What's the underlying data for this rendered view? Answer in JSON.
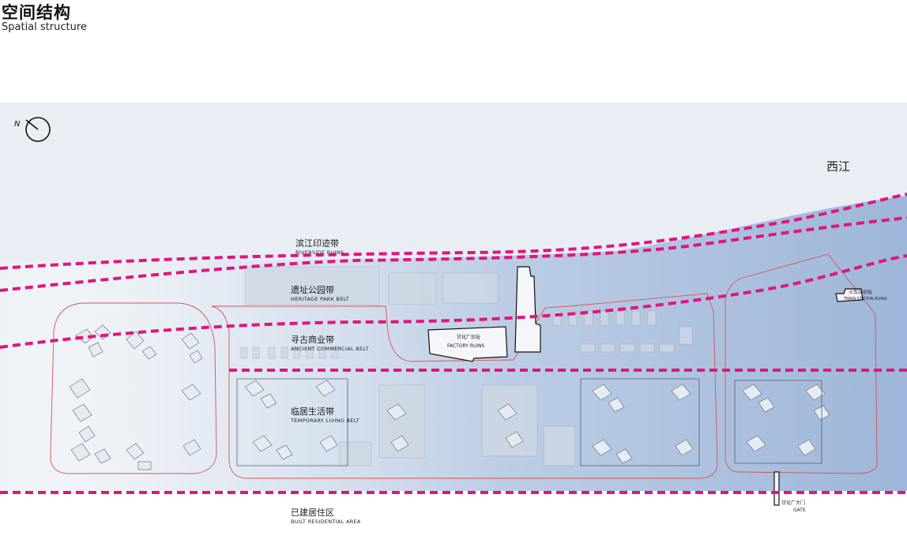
{
  "header": {
    "title_cn": "空间结构",
    "title_en": "Spatial structure"
  },
  "compass": {
    "label": "N"
  },
  "river": {
    "label": "西江"
  },
  "belts": [
    {
      "cn": "滨江印迹带",
      "en": "RIVERSIDE RUINS"
    },
    {
      "cn": "遗址公园带",
      "en": "HERITAGE PARK BELT"
    },
    {
      "cn": "寻古商业带",
      "en": "ANCIENT COMMERCIAL BELT"
    },
    {
      "cn": "临居生活带",
      "en": "TEMPORARY LIVING BELT"
    },
    {
      "cn": "已建居住区",
      "en": "BUILT RESIDENTIAL AREA"
    }
  ],
  "landmarks": {
    "factory": {
      "cn": "甘化厂旧址",
      "en": "FACTORY RUINS"
    },
    "station": {
      "cn": "火车站旧址",
      "en": "TRAIN STATION RUINS"
    },
    "gate": {
      "cn": "甘化厂大门",
      "en": "GATE"
    }
  },
  "colors": {
    "belt_line": "#e0157f",
    "boundary": "#d9534f",
    "blue_zone": "#9db6d9",
    "river_area": "#e9eef4"
  }
}
